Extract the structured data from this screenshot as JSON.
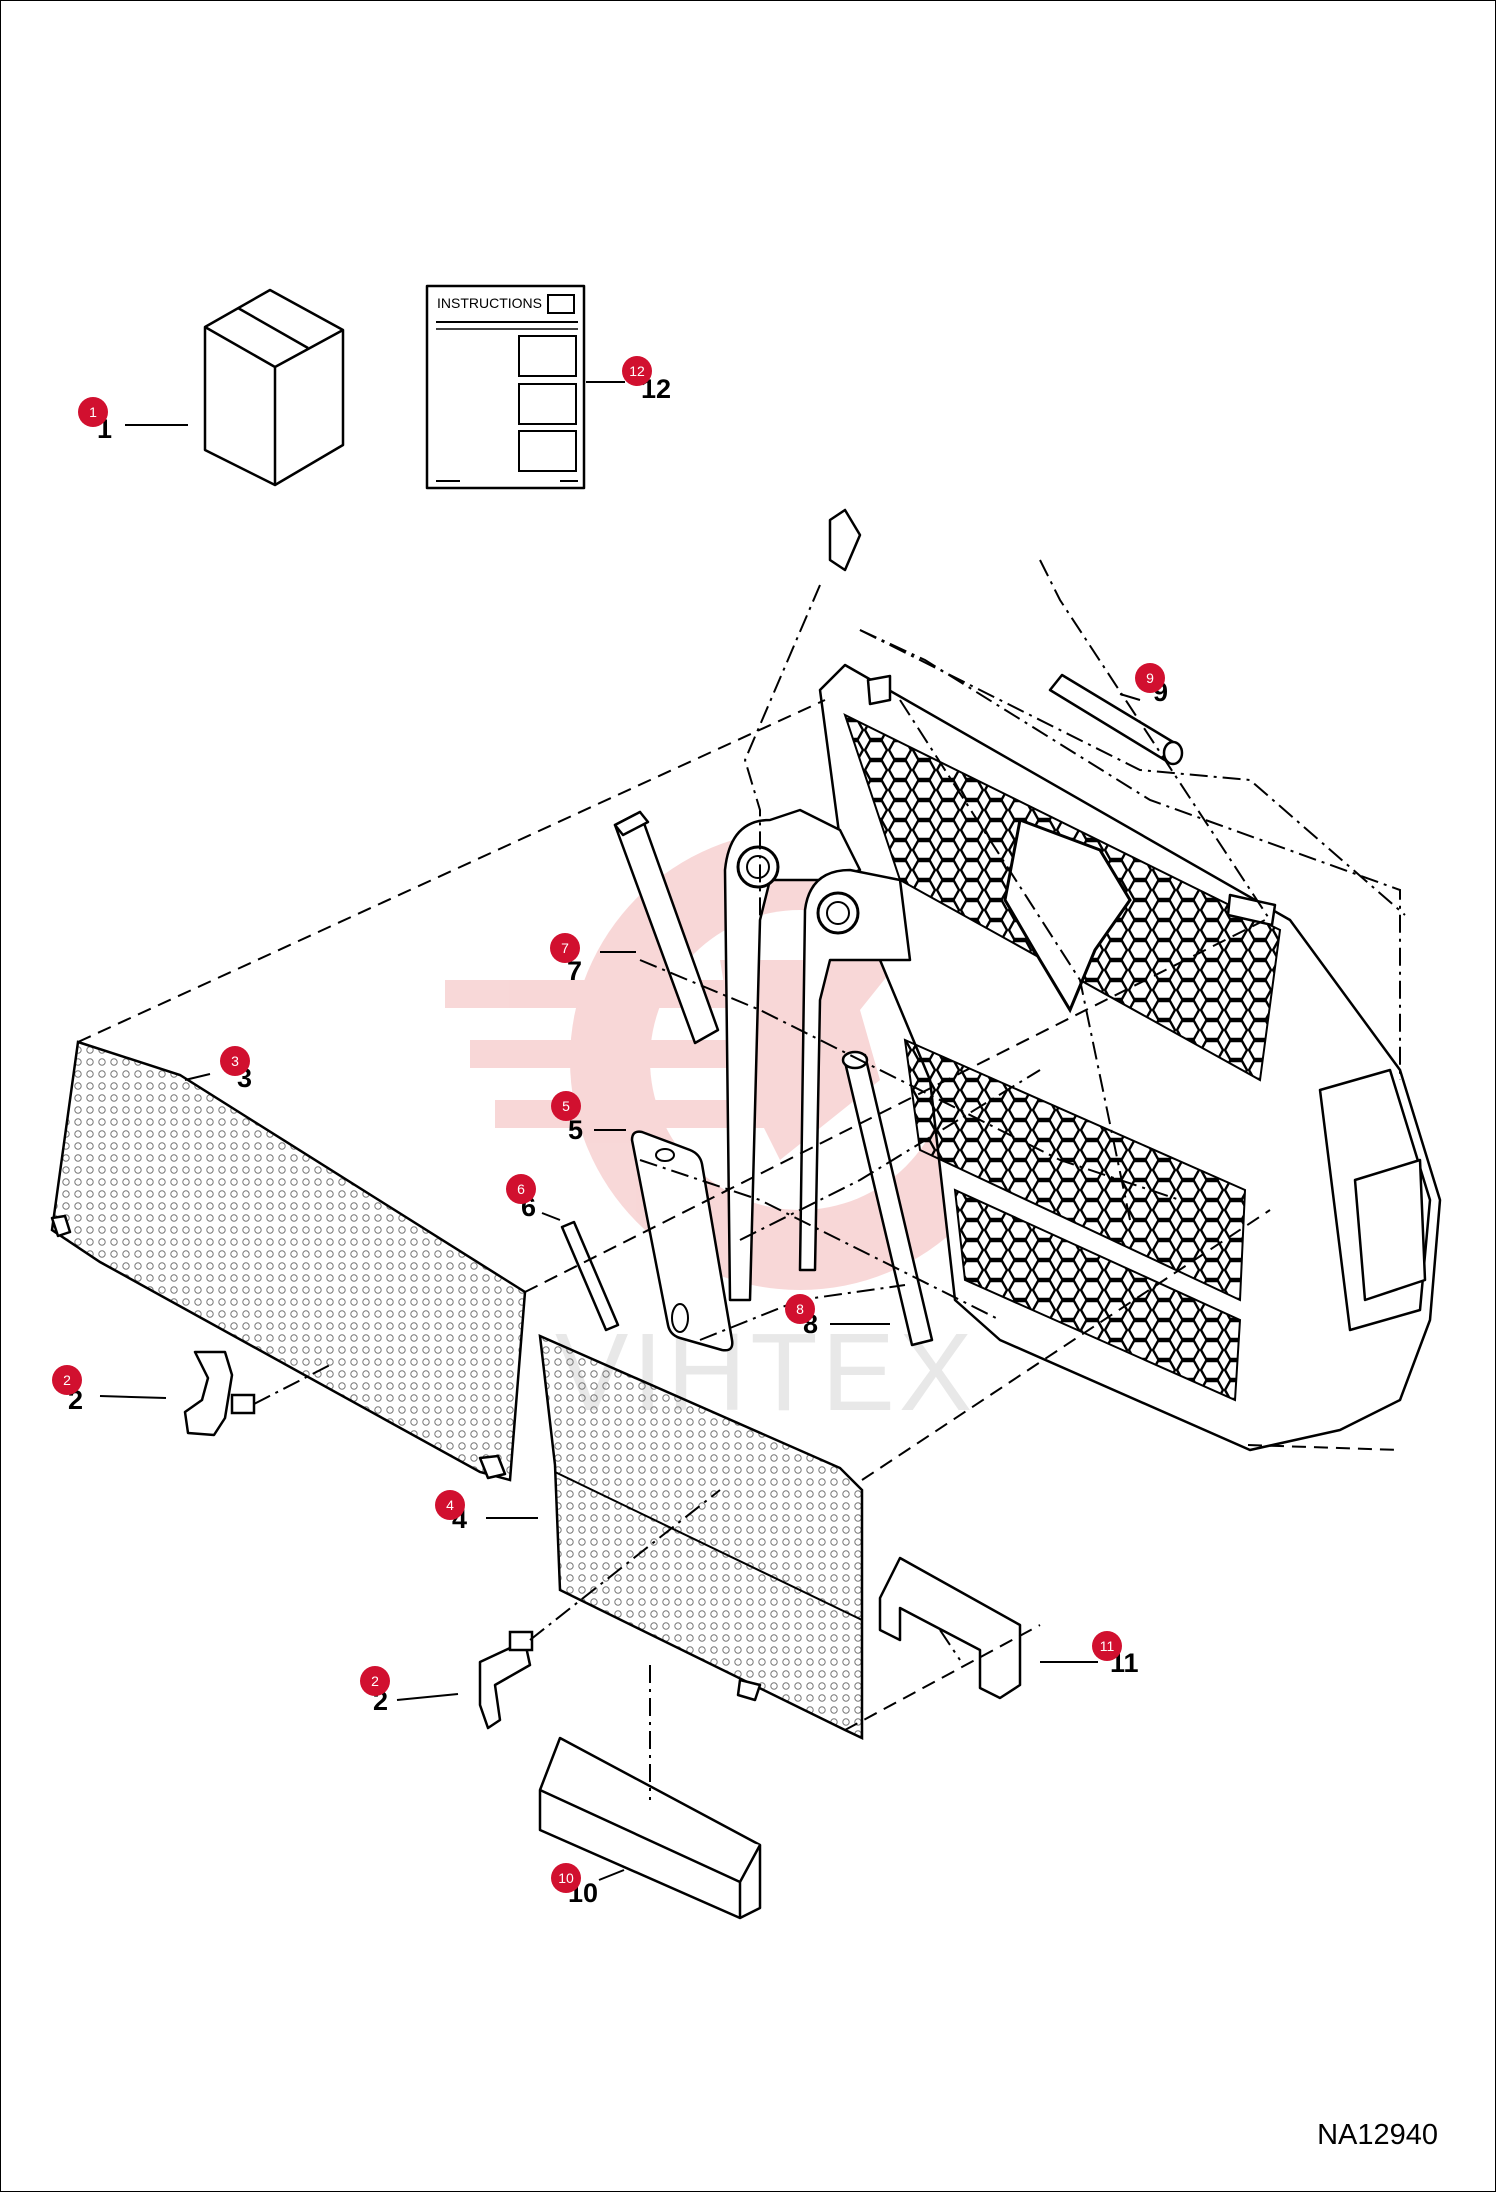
{
  "drawing": {
    "code": "NA12940",
    "watermark": "VIHTEX"
  },
  "instructions_sheet": {
    "title": "INSTRUCTIONS"
  },
  "callouts": [
    {
      "id": "1",
      "label": "1"
    },
    {
      "id": "2a",
      "label": "2"
    },
    {
      "id": "2b",
      "label": "2"
    },
    {
      "id": "3",
      "label": "3"
    },
    {
      "id": "4",
      "label": "4"
    },
    {
      "id": "5",
      "label": "5"
    },
    {
      "id": "6",
      "label": "6"
    },
    {
      "id": "7",
      "label": "7"
    },
    {
      "id": "8",
      "label": "8"
    },
    {
      "id": "9",
      "label": "9"
    },
    {
      "id": "10",
      "label": "10"
    },
    {
      "id": "11",
      "label": "11"
    },
    {
      "id": "12",
      "label": "12"
    }
  ],
  "part_numbers": {
    "n1": "1",
    "n2a": "2",
    "n2b": "2",
    "n3": "3",
    "n4": "4",
    "n5": "5",
    "n6": "6",
    "n7": "7",
    "n8": "8",
    "n9": "9",
    "n10": "10",
    "n11": "11",
    "n12": "12"
  },
  "colors": {
    "callout": "#d1102f",
    "watermark": "#f3b8b8",
    "line": "#000000"
  }
}
